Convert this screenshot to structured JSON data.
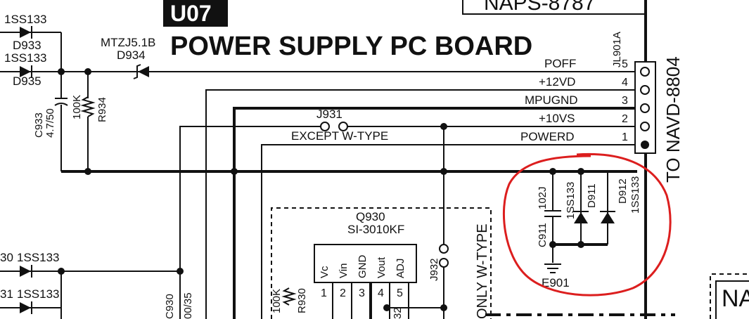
{
  "board": {
    "badge": "U07",
    "title": "POWER SUPPLY PC BOARD",
    "top_ref": "NAPS-8787",
    "right_ref": "NA"
  },
  "connector": {
    "name": "JL901A",
    "to": "TO NAVD-8804",
    "pins": [
      {
        "num": "5",
        "label": "POFF"
      },
      {
        "num": "4",
        "label": "+12VD"
      },
      {
        "num": "3",
        "label": "MPUGND"
      },
      {
        "num": "2",
        "label": "+10VS"
      },
      {
        "num": "1",
        "label": "POWERD"
      }
    ]
  },
  "parts": {
    "d933": {
      "type": "1SS133",
      "ref": "D933"
    },
    "d935": {
      "type": "1SS133",
      "ref": "D935"
    },
    "d934": {
      "type": "MTZJ5.1B",
      "ref": "D934"
    },
    "c933": {
      "ref": "C933",
      "value": "4.7/50"
    },
    "r934": {
      "value": "100K",
      "ref": "R934"
    },
    "j931": {
      "ref": "J931",
      "note": "EXCEPT W-TYPE"
    },
    "q930": {
      "ref": "Q930",
      "type": "SI-3010KF",
      "pins": [
        "Vc",
        "Vin",
        "GND",
        "Vout",
        "ADJ"
      ],
      "pin_nums": [
        "1",
        "2",
        "3",
        "4",
        "5"
      ]
    },
    "j932": {
      "ref": "J932",
      "note": "ONLY W-TYPE"
    },
    "c911": {
      "ref": "C911",
      "value": "102J"
    },
    "d911": {
      "type": "1SS133",
      "ref": "D911"
    },
    "d912": {
      "ref": "D912",
      "type": "1SS133"
    },
    "e901": {
      "ref": "E901"
    },
    "d930": {
      "ref_partial": "30",
      "type": "1SS133"
    },
    "d931": {
      "ref_partial": "31",
      "type": "1SS133"
    },
    "c930": {
      "ref": "C930",
      "value_partial": "00/35"
    },
    "r930": {
      "value": "100K",
      "ref": "R930"
    },
    "partial_32": "32"
  },
  "colors": {
    "ink": "#111111",
    "annotation": "#dc1e1e",
    "background": "#ffffff"
  }
}
